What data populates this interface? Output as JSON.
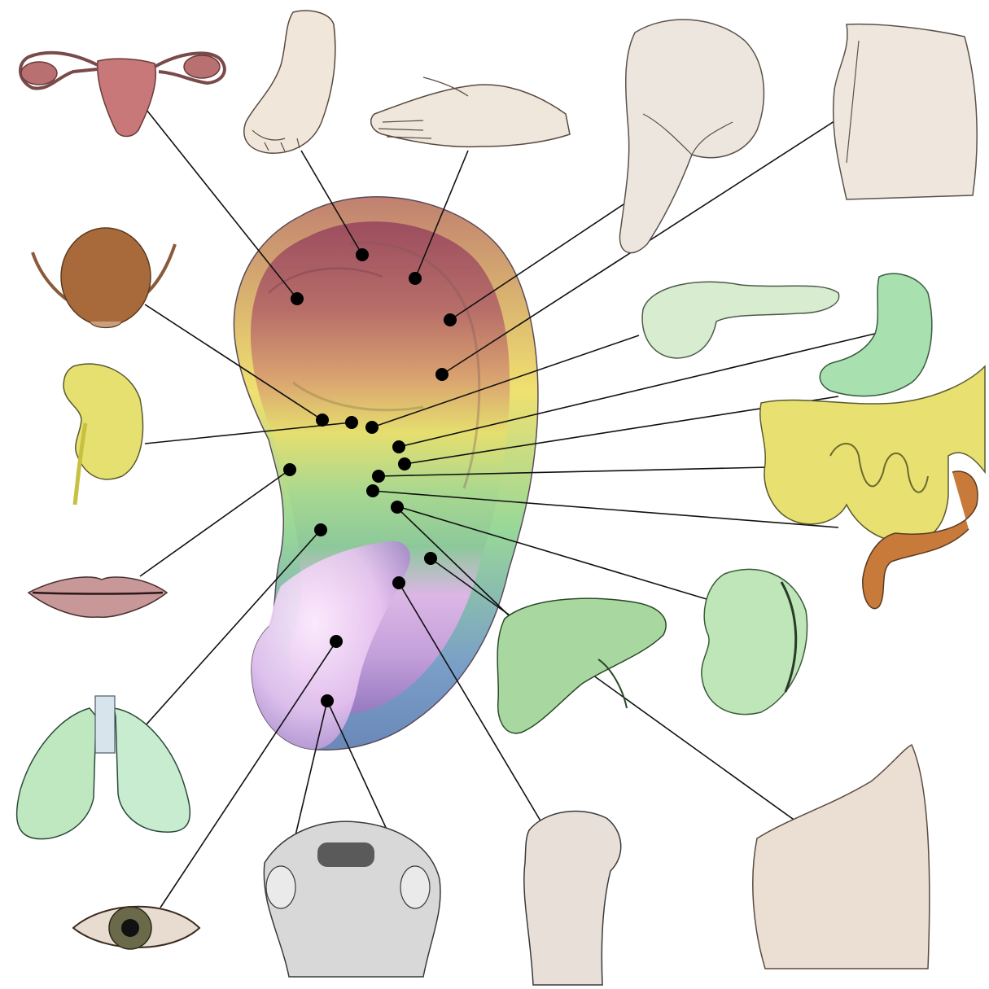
{
  "diagram": {
    "type": "auricular-reflexology-map",
    "background": "#ffffff",
    "ear_colors": {
      "top": "#a05060",
      "upper": "#c98a6a",
      "middle_yellow": "#e8e070",
      "middle_green": "#9ccf8a",
      "lobe_pink": "#f0c8f0",
      "lobe_purple": "#b890d0",
      "lower_blue": "#8aa8c8"
    },
    "line_color": "#111111",
    "point_color": "#000000",
    "organs": [
      {
        "name": "uterus-illustration",
        "color": "#c87878"
      },
      {
        "name": "foot-illustration",
        "color": "#f0e6da"
      },
      {
        "name": "hand-illustration",
        "color": "#efe6dc"
      },
      {
        "name": "shoulder-arm-illustration",
        "color": "#ece6de"
      },
      {
        "name": "abdomen-torso-illustration",
        "color": "#efe6de"
      },
      {
        "name": "bladder-illustration",
        "color": "#a86a3a"
      },
      {
        "name": "pancreas-illustration",
        "color": "#d8ecd0"
      },
      {
        "name": "stomach-illustration",
        "color": "#a8e0b0"
      },
      {
        "name": "kidney-illustration",
        "color": "#e6e070"
      },
      {
        "name": "intestines-illustration",
        "color": "#e8e070"
      },
      {
        "name": "mouth-illustration",
        "color": "#c89898"
      },
      {
        "name": "spleen-illustration",
        "color": "#bfe6b8"
      },
      {
        "name": "liver-illustration",
        "color": "#a8d8a0"
      },
      {
        "name": "lungs-illustration",
        "color": "#c0e8c0"
      },
      {
        "name": "eye-illustration",
        "color": "#e8dcd0"
      },
      {
        "name": "nose-sinus-illustration",
        "color": "#d8d8d8"
      },
      {
        "name": "shoulder-joint-illustration",
        "color": "#e8e0d8"
      },
      {
        "name": "upper-back-illustration",
        "color": "#eadfd2"
      }
    ]
  }
}
